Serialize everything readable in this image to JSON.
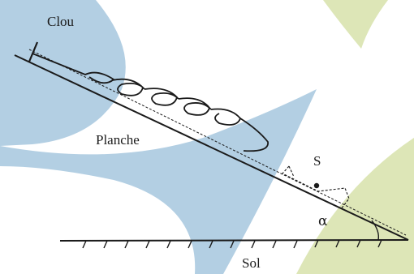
{
  "labels": {
    "nail": "Clou",
    "board": "Planche",
    "object": "S",
    "angle": "α",
    "ground": "Sol"
  },
  "colors": {
    "background": "#ffffff",
    "blue_shape": "#b3cfe3",
    "green_shape": "#dde6b7",
    "ink": "#1a1a1a"
  }
}
